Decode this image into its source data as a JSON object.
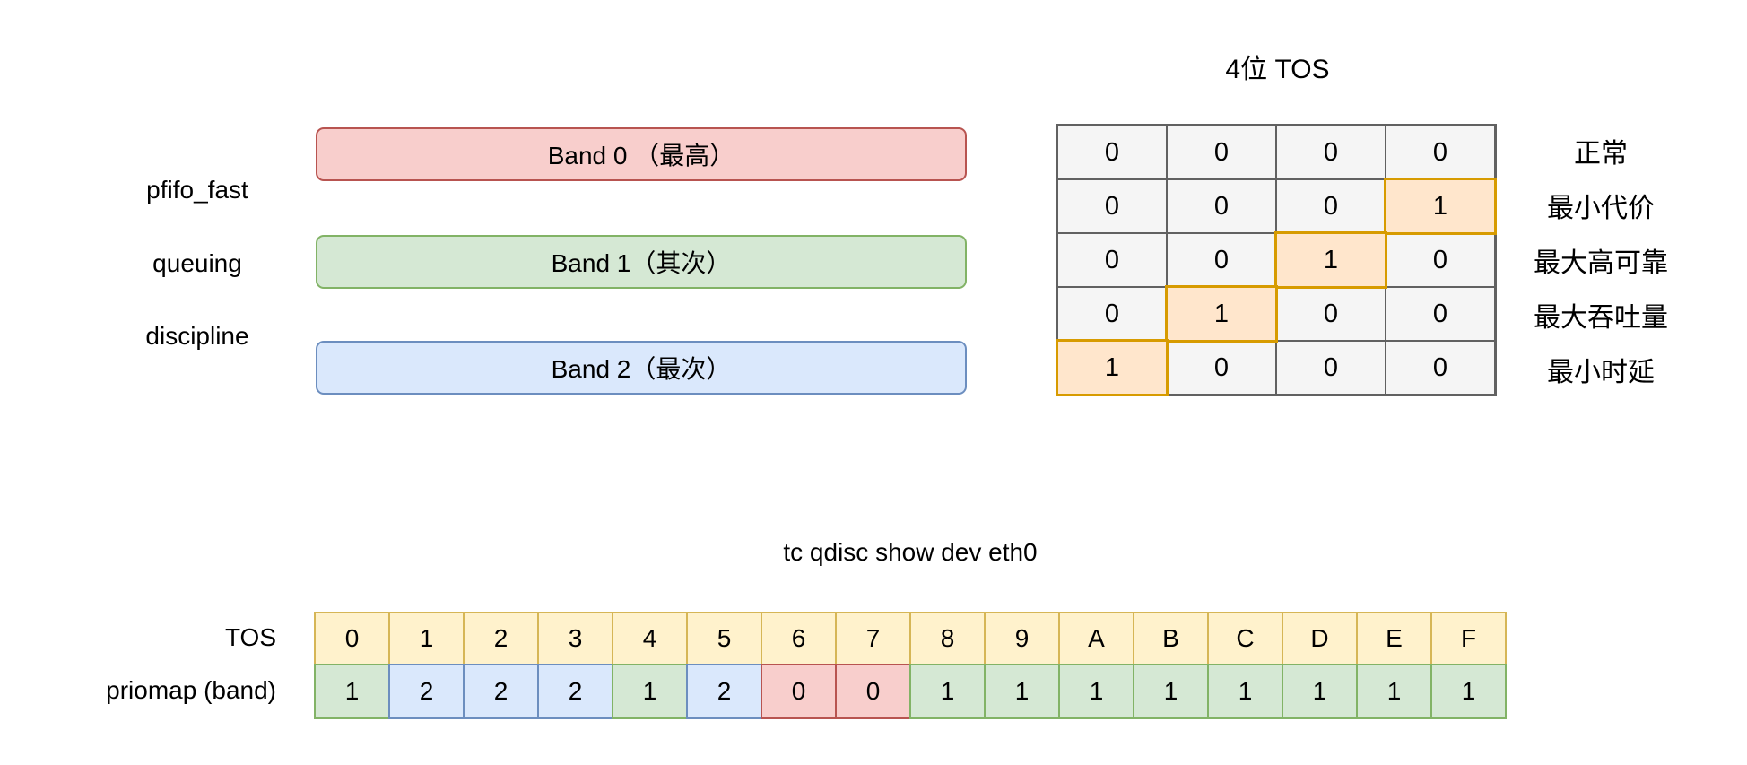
{
  "colors": {
    "red": {
      "fill": "#f8cecc",
      "stroke": "#b85450"
    },
    "green": {
      "fill": "#d5e8d4",
      "stroke": "#82b366"
    },
    "blue": {
      "fill": "#dae8fc",
      "stroke": "#6c8ebf"
    },
    "yellow": {
      "fill": "#fff2cc",
      "stroke": "#d6b656"
    },
    "gray": {
      "fill": "#f5f5f5",
      "stroke": "#616161"
    },
    "highlight": {
      "fill": "#ffe6cc",
      "stroke": "#d79b00"
    }
  },
  "qdisc": {
    "name_lines": [
      "pfifo_fast",
      "queuing",
      "discipline"
    ],
    "bands": [
      {
        "label": "Band 0 （最高）",
        "color": "red"
      },
      {
        "label": "Band 1（其次）",
        "color": "green"
      },
      {
        "label": "Band 2（最次）",
        "color": "blue"
      }
    ]
  },
  "tos_table": {
    "title": "4位 TOS",
    "rows": [
      {
        "bits": [
          "0",
          "0",
          "0",
          "0"
        ],
        "highlight": -1,
        "label": "正常"
      },
      {
        "bits": [
          "0",
          "0",
          "0",
          "1"
        ],
        "highlight": 3,
        "label": "最小代价"
      },
      {
        "bits": [
          "0",
          "0",
          "1",
          "0"
        ],
        "highlight": 2,
        "label": "最大高可靠"
      },
      {
        "bits": [
          "0",
          "1",
          "0",
          "0"
        ],
        "highlight": 1,
        "label": "最大吞吐量"
      },
      {
        "bits": [
          "1",
          "0",
          "0",
          "0"
        ],
        "highlight": 0,
        "label": "最小时延"
      }
    ]
  },
  "priomap_table": {
    "title": "tc qdisc show dev eth0",
    "row_labels": [
      "TOS",
      "priomap (band)"
    ],
    "tos_values": [
      "0",
      "1",
      "2",
      "3",
      "4",
      "5",
      "6",
      "7",
      "8",
      "9",
      "A",
      "B",
      "C",
      "D",
      "E",
      "F"
    ],
    "priomap_values": [
      "1",
      "2",
      "2",
      "2",
      "1",
      "2",
      "0",
      "0",
      "1",
      "1",
      "1",
      "1",
      "1",
      "1",
      "1",
      "1"
    ],
    "band_to_color": {
      "0": "red",
      "1": "green",
      "2": "blue"
    }
  }
}
